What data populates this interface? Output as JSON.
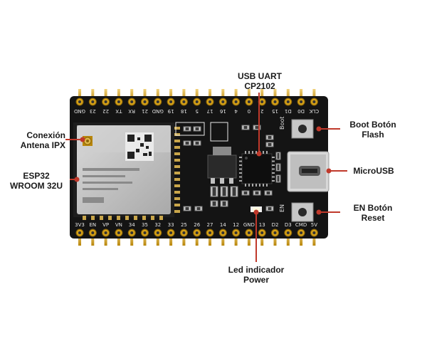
{
  "callouts": {
    "usb_uart": {
      "line1": "USB UART",
      "line2": "CP2102"
    },
    "antenna": {
      "line1": "Conexión",
      "line2": "Antena IPX"
    },
    "module": {
      "line1": "ESP32",
      "line2": "WROOM 32U"
    },
    "boot_button": {
      "line1": "Boot Botón",
      "line2": "Flash"
    },
    "microusb": {
      "line1": "MicroUSB"
    },
    "en_button": {
      "line1": "EN Botón",
      "line2": "Reset"
    },
    "power_led": {
      "line1": "Led indicador",
      "line2": "Power"
    }
  },
  "board": {
    "top_pins": [
      "GND",
      "23",
      "22",
      "TX",
      "RX",
      "21",
      "GND",
      "19",
      "18",
      "5",
      "17",
      "16",
      "4",
      "0",
      "2",
      "15",
      "D1",
      "D0",
      "CLK"
    ],
    "bottom_pins": [
      "3V3",
      "EN",
      "VP",
      "VN",
      "34",
      "35",
      "32",
      "33",
      "25",
      "26",
      "27",
      "14",
      "12",
      "GND",
      "13",
      "D2",
      "D3",
      "CMD",
      "5V"
    ],
    "boot_text": "Boot",
    "en_text": "EN"
  },
  "colors": {
    "board": "#141414",
    "pins": "#d4a017",
    "callout_line": "#c0392b",
    "module_shield": "#c9c9c9"
  }
}
